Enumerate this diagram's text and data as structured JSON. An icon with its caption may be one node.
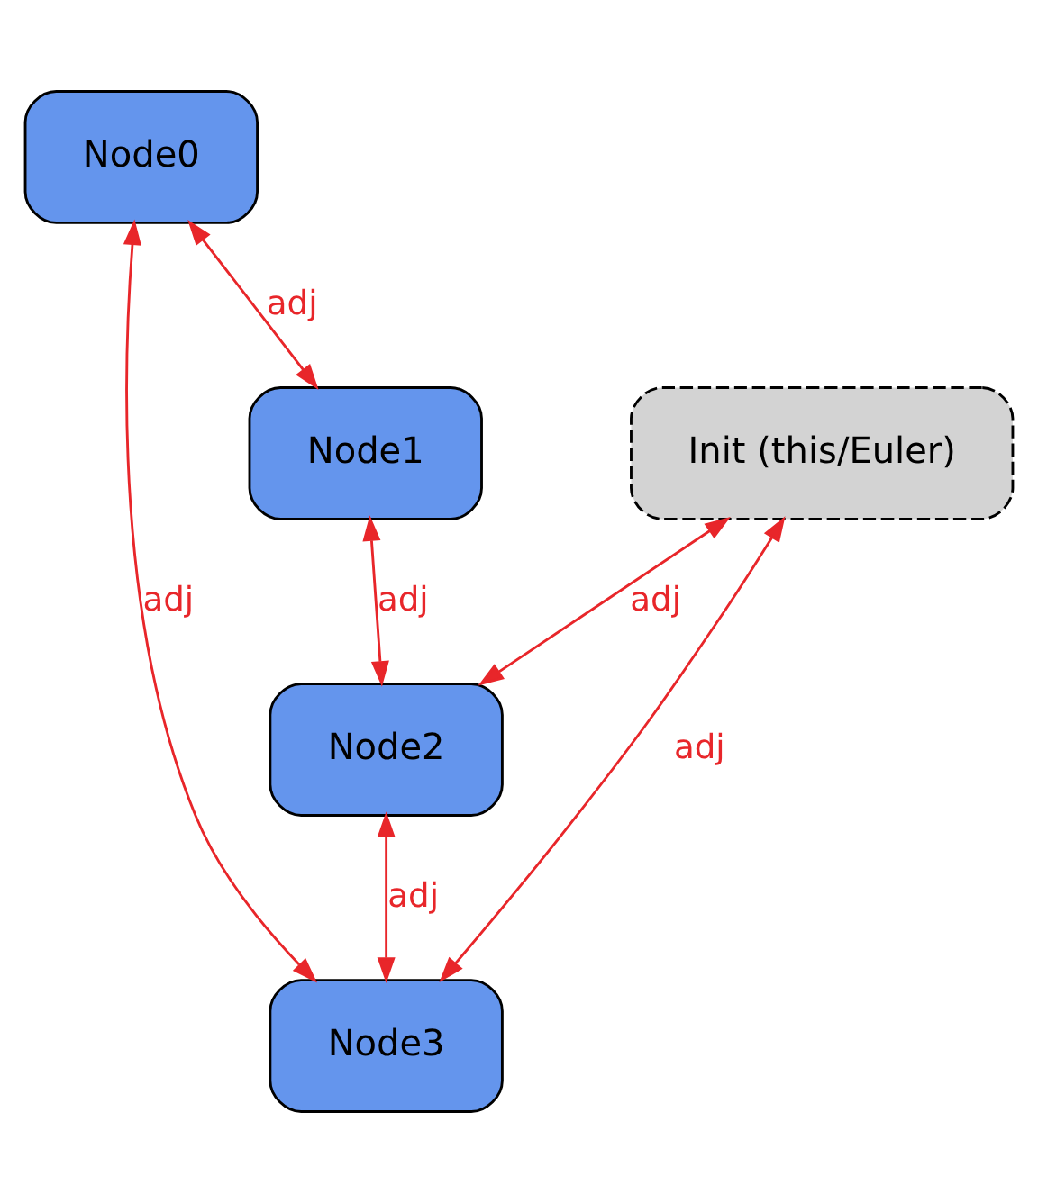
{
  "diagram": {
    "nodes": [
      {
        "text": [
          "Node0"
        ]
      },
      {
        "text": [
          "Node1"
        ]
      },
      {
        "text": [
          "Init (this/Euler)"
        ]
      },
      {
        "text": [
          "Node2"
        ]
      },
      {
        "text": [
          "Node3"
        ]
      }
    ],
    "edges": [
      {
        "from": 0,
        "to": 1,
        "arrow": "both",
        "label": "adj"
      },
      {
        "from": 1,
        "to": 3,
        "arrow": "both",
        "label": "adj"
      },
      {
        "from": 2,
        "to": 3,
        "arrow": "both",
        "label": "adj"
      },
      {
        "from": 2,
        "to": 4,
        "arrow": "both",
        "label": "adj"
      },
      {
        "from": 3,
        "to": 4,
        "arrow": "both",
        "label": "adj"
      },
      {
        "from": 0,
        "to": 4,
        "arrow": "both",
        "label": "adj"
      }
    ]
  }
}
